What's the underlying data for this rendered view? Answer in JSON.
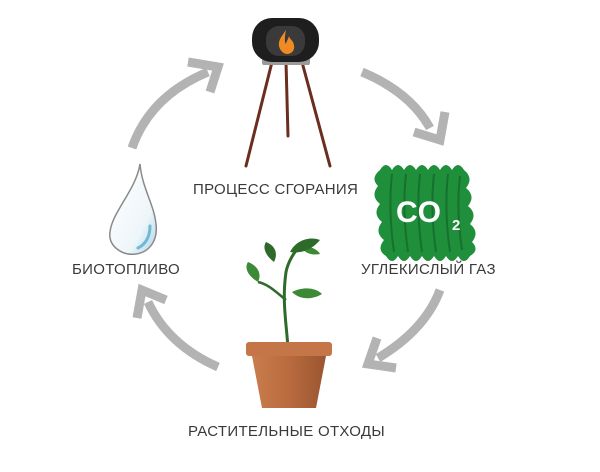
{
  "diagram": {
    "nodes": {
      "combustion": {
        "label": "ПРОЦЕСС СГОРАНИЯ"
      },
      "co2": {
        "label": "УГЛЕКИСЛЫЙ ГАЗ",
        "formula_main": "CO",
        "formula_sub": "2"
      },
      "waste": {
        "label": "РАСТИТЕЛЬНЫЕ ОТХОДЫ"
      },
      "biofuel": {
        "label": "БИОТОПЛИВО"
      }
    },
    "cycle_order": [
      "combustion",
      "co2",
      "waste",
      "biofuel"
    ],
    "colors": {
      "arrow": "#b3b3b3",
      "co2_green": "#1f8f3b",
      "pot": "#b96b3f",
      "stove": "#1e1e1e",
      "flame": "#f08a24",
      "legs": "#6b2e1e",
      "leaf": "#2e6b2b",
      "text": "#3a3a3a"
    }
  }
}
